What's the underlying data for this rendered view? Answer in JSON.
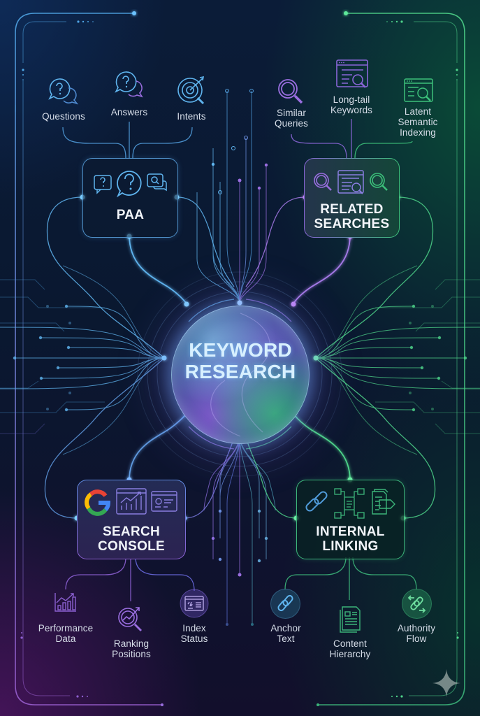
{
  "center": {
    "title_line1": "KEYWORD",
    "title_line2": "RESEARCH"
  },
  "hubs": {
    "paa": {
      "title_line1": "PAA",
      "icons": [
        "question-box-icon",
        "question-bubble-icon",
        "search-chat-icon"
      ],
      "children": [
        {
          "line1": "Questions",
          "line2": "",
          "icon": "question-chat-icon"
        },
        {
          "line1": "Answers",
          "line2": "",
          "icon": "answer-chat-icon"
        },
        {
          "line1": "Intents",
          "line2": "",
          "icon": "target-icon"
        }
      ]
    },
    "related": {
      "title_line1": "RELATED",
      "title_line2": "SEARCHES",
      "icons": [
        "magnifier-icon",
        "browser-search-icon",
        "magnifier-icon"
      ],
      "children": [
        {
          "line1": "Similar",
          "line2": "Queries",
          "icon": "magnifier-icon"
        },
        {
          "line1": "Long-tail",
          "line2": "Keywords",
          "icon": "browser-search-icon"
        },
        {
          "line1": "Latent",
          "line2": "Semantic",
          "line3": "Indexing",
          "icon": "browser-search-icon"
        }
      ]
    },
    "console": {
      "title_line1": "SEARCH",
      "title_line2": "CONSOLE",
      "icons": [
        "google-g-icon",
        "bar-chart-window-icon",
        "dashboard-window-icon"
      ],
      "children": [
        {
          "line1": "Performance",
          "line2": "Data",
          "icon": "bar-chart-icon"
        },
        {
          "line1": "Ranking",
          "line2": "Positions",
          "icon": "trend-magnifier-icon"
        },
        {
          "line1": "Index",
          "line2": "Status",
          "icon": "code-window-icon"
        }
      ]
    },
    "linking": {
      "title_line1": "INTERNAL",
      "title_line2": "LINKING",
      "icons": [
        "chain-link-icon",
        "document-network-icon",
        "document-export-icon"
      ],
      "children": [
        {
          "line1": "Anchor",
          "line2": "Text",
          "icon": "chain-link-icon"
        },
        {
          "line1": "Content",
          "line2": "Hierarchy",
          "icon": "document-icon"
        },
        {
          "line1": "Authority",
          "line2": "Flow",
          "icon": "link-arrows-icon"
        }
      ]
    }
  },
  "colors": {
    "blue": "#5fb4ee",
    "purple": "#9a6ee0",
    "green": "#4ed48a",
    "text": "#d6dde8"
  }
}
